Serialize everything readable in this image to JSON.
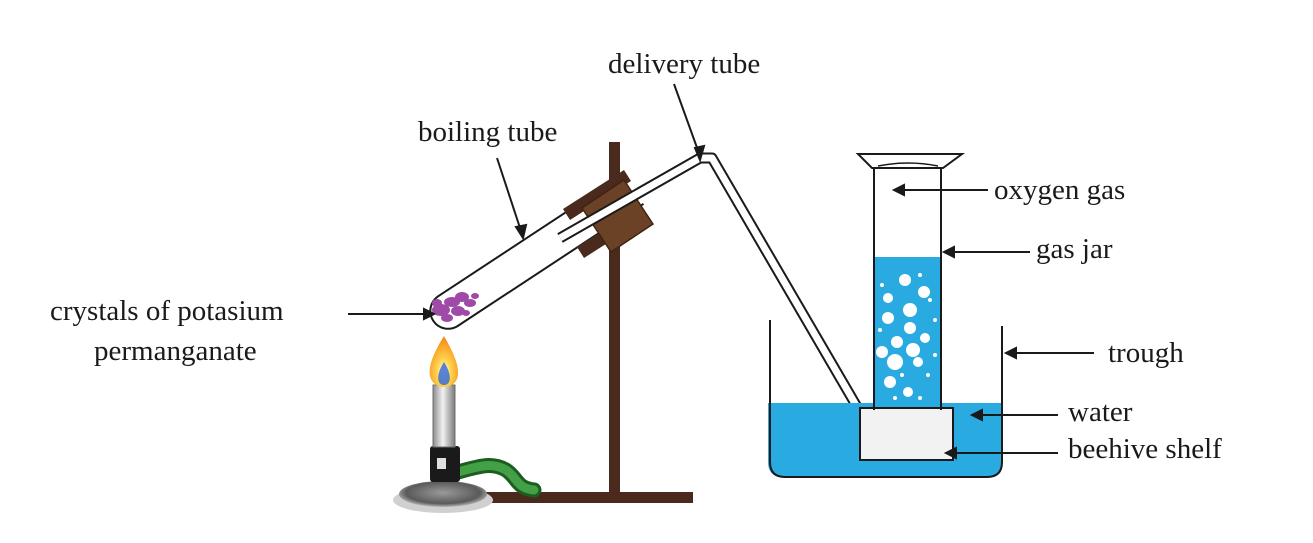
{
  "labels": {
    "delivery_tube": "delivery tube",
    "boiling_tube": "boiling tube",
    "oxygen_gas": "oxygen gas",
    "gas_jar": "gas jar",
    "crystals_line1": "crystals of potasium",
    "crystals_line2": "permanganate",
    "trough": "trough",
    "water": "water",
    "beehive_shelf": "beehive shelf"
  },
  "colors": {
    "water": "#29abe2",
    "crystals": "#a04aa8",
    "stand": "#4a2a1c",
    "stopper": "#6b4226",
    "hose": "#2e7d32",
    "shelf": "#f2f2f2",
    "flame_outer": "#f7941d",
    "flame_inner": "#3b6fd6"
  }
}
